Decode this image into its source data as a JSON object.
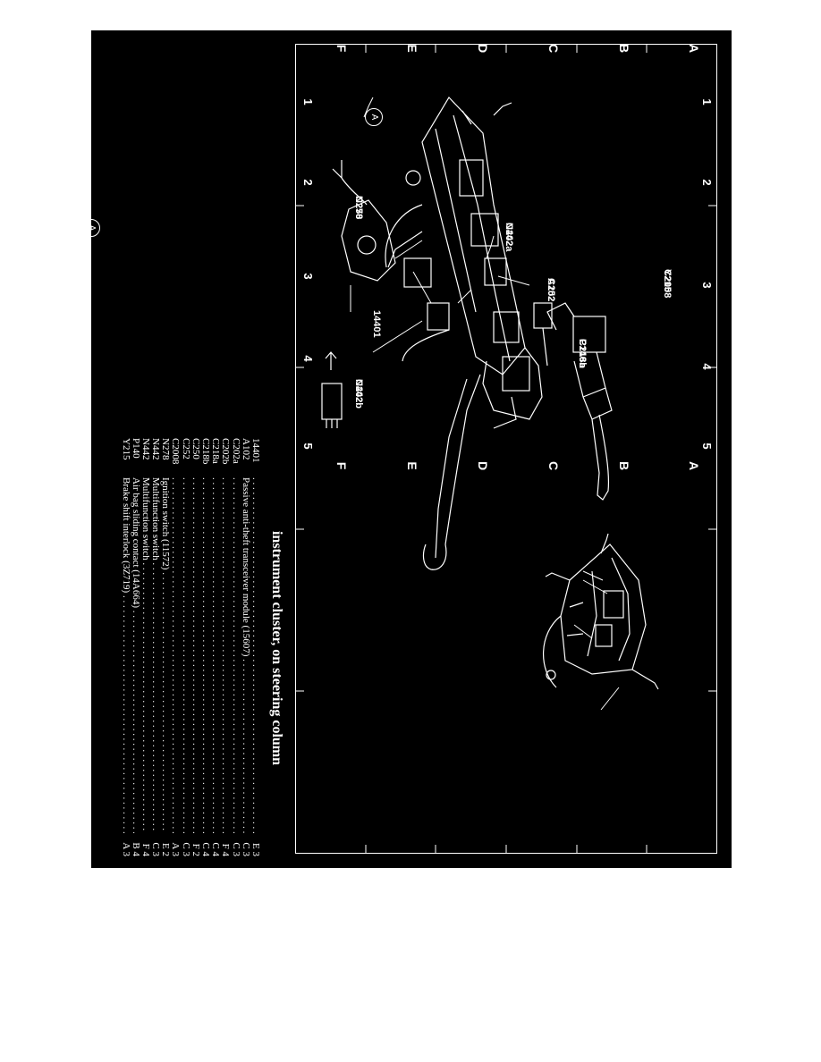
{
  "grid": {
    "columns": [
      "1",
      "2",
      "3",
      "4",
      "5"
    ],
    "rows": [
      "A",
      "B",
      "C",
      "D",
      "E",
      "F"
    ]
  },
  "callouts": {
    "ref_a_top": "A",
    "ref_a_detail": "A",
    "y215": "Y215",
    "c2008": "C2008",
    "a102": "A102",
    "c252": "C252",
    "p140": "P140",
    "c218a": "C218a",
    "c218b": "C218b",
    "n442_top": "N442",
    "c202a": "C202a",
    "n278": "N278",
    "c250": "C250",
    "p14401": "14401",
    "n442_bottom": "N442",
    "c202b": "C202b"
  },
  "legend": {
    "title": "instrument cluster, on steering column",
    "rows": [
      {
        "code": "14401",
        "description": "",
        "location": "E 3"
      },
      {
        "code": "A102",
        "description": "Passive anti-theft transceiver module (15607)",
        "location": "C 3"
      },
      {
        "code": "C202a",
        "description": "",
        "location": "C 3"
      },
      {
        "code": "C202b",
        "description": "",
        "location": "F 4"
      },
      {
        "code": "C218a",
        "description": "",
        "location": "C 4"
      },
      {
        "code": "C218b",
        "description": "",
        "location": "C 4"
      },
      {
        "code": "C250",
        "description": "",
        "location": "F 2"
      },
      {
        "code": "C252",
        "description": "",
        "location": "C 3"
      },
      {
        "code": "C2008",
        "description": "",
        "location": "A 3"
      },
      {
        "code": "N278",
        "description": "Ignition switch (11572)",
        "location": "E 2"
      },
      {
        "code": "N442",
        "description": "Multifunction switch",
        "location": "C 3"
      },
      {
        "code": "N442",
        "description": "Multifunction switch",
        "location": "F 4"
      },
      {
        "code": "P140",
        "description": "Air bag sliding contact (14A664)",
        "location": "B 4"
      },
      {
        "code": "Y215",
        "description": "Brake shift interlock (3Z719)",
        "location": "A 3"
      }
    ]
  },
  "colors": {
    "background": "#000000",
    "ink": "#ffffff",
    "page": "#ffffff"
  }
}
